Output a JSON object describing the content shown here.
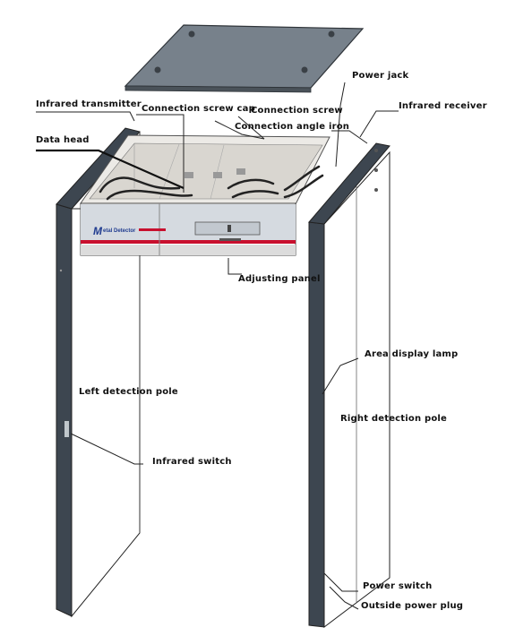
{
  "labels": {
    "infrared_transmitter": "Infrared transmitter",
    "connection_screw_cap": "Connection screw cap",
    "power_jack": "Power jack",
    "connection_screw": "Connection screw",
    "infrared_receiver": "Infrared receiver",
    "connection_angle_iron": "Connection angle iron",
    "data_head": "Data head",
    "adjusting_panel": "Adjusting panel",
    "area_display_lamp": "Area display lamp",
    "left_detection_pole": "Left detection pole",
    "right_detection_pole": "Right detection pole",
    "infrared_switch": "Infrared switch",
    "power_switch": "Power switch",
    "outside_power_plug": "Outside power plug"
  },
  "panel": {
    "brand_initial": "M",
    "brand_text": "etal Detector"
  },
  "colors": {
    "pole_edge": "#3d4650",
    "top_cover": "#77818b",
    "head_box": "#eceae6",
    "accent_red": "#c8102e",
    "accent_blue": "#1f3b8f"
  }
}
